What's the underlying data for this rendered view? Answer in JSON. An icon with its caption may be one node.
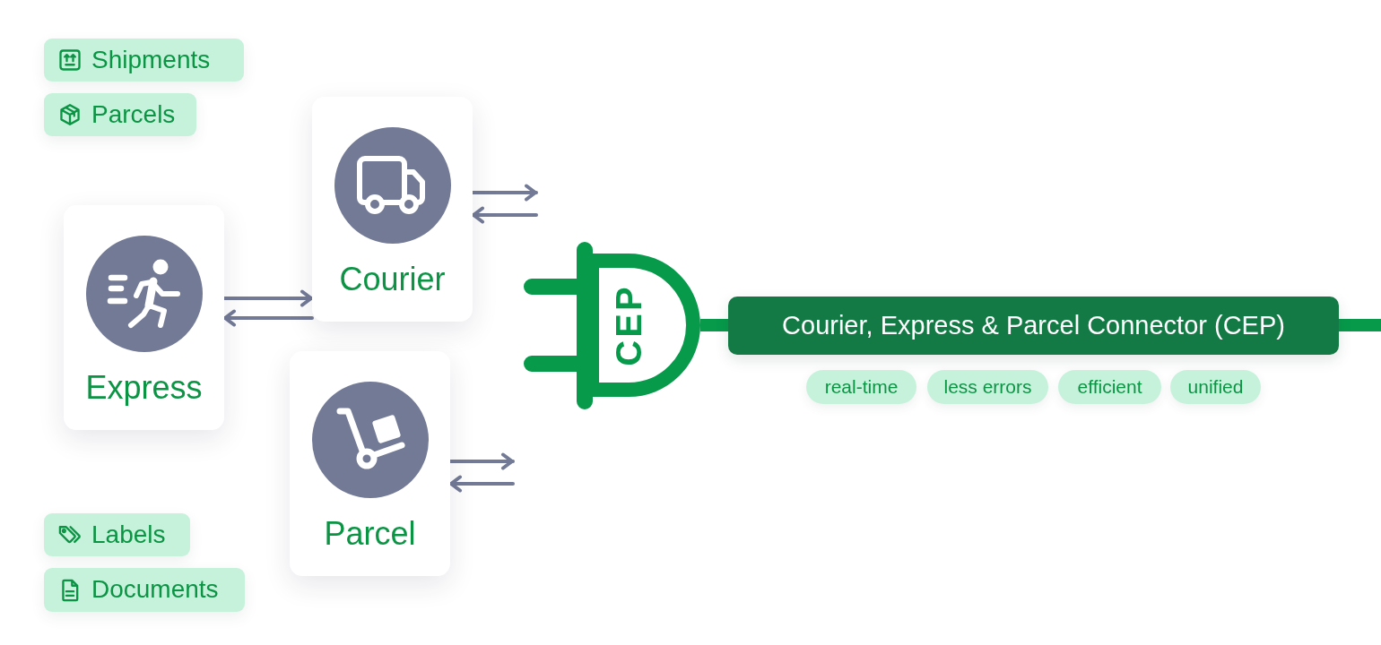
{
  "diagram": {
    "nodes": [
      {
        "text": [
          "Shipments"
        ]
      },
      {
        "text": [
          "Parcels"
        ]
      },
      {
        "text": [
          "Express"
        ]
      },
      {
        "text": [
          "Courier"
        ]
      },
      {
        "text": [
          "Parcel"
        ]
      },
      {
        "text": [
          "Labels"
        ]
      },
      {
        "text": [
          "Documents"
        ]
      },
      {
        "text": [
          "CEP"
        ]
      },
      {
        "text": [
          "Courier, Express & Parcel Connector (CEP)"
        ]
      },
      {
        "text": [
          "real-time"
        ]
      },
      {
        "text": [
          "less errors"
        ]
      },
      {
        "text": [
          "efficient"
        ]
      },
      {
        "text": [
          "unified"
        ]
      }
    ],
    "edges": [
      {
        "from": 2,
        "to": 3,
        "arrow": "to"
      },
      {
        "from": 3,
        "to": 2,
        "arrow": "to"
      },
      {
        "from": 3,
        "to": null,
        "arrow": "to"
      },
      {
        "from": null,
        "to": 3,
        "arrow": "to"
      },
      {
        "from": 4,
        "to": null,
        "arrow": "to"
      },
      {
        "from": null,
        "to": 4,
        "arrow": "to"
      },
      {
        "from": 7,
        "to": 8,
        "arrow": "none",
        "style": "thick",
        "color": "#079a4b"
      },
      {
        "from": 8,
        "to": null,
        "arrow": "none",
        "style": "thick",
        "color": "#079a4b"
      }
    ]
  }
}
